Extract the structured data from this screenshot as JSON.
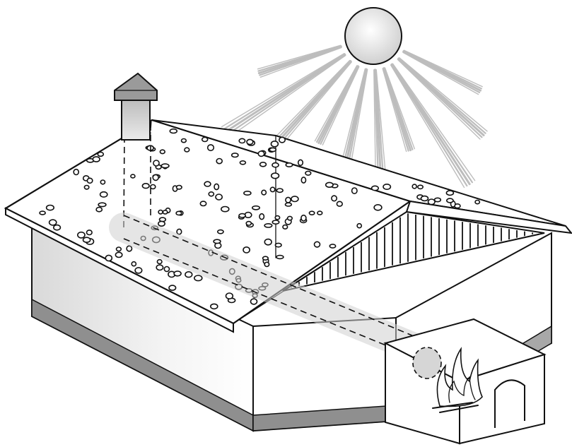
{
  "illustration": {
    "subject": "house-with-sun-heated-roof-flue-and-firebox",
    "colors": {
      "ink": "#111111",
      "paper": "#ffffff",
      "shade": "#cfcfcf",
      "shade_dark": "#9a9a9a",
      "sun_fill": "#ececec",
      "flame": "#ffffff"
    },
    "icons": [
      "sun-icon",
      "chimney-icon",
      "fire-icon",
      "pebble-icon"
    ],
    "sun": {
      "ray_count": 10
    },
    "roof_pebbles": {
      "count": 160
    }
  }
}
